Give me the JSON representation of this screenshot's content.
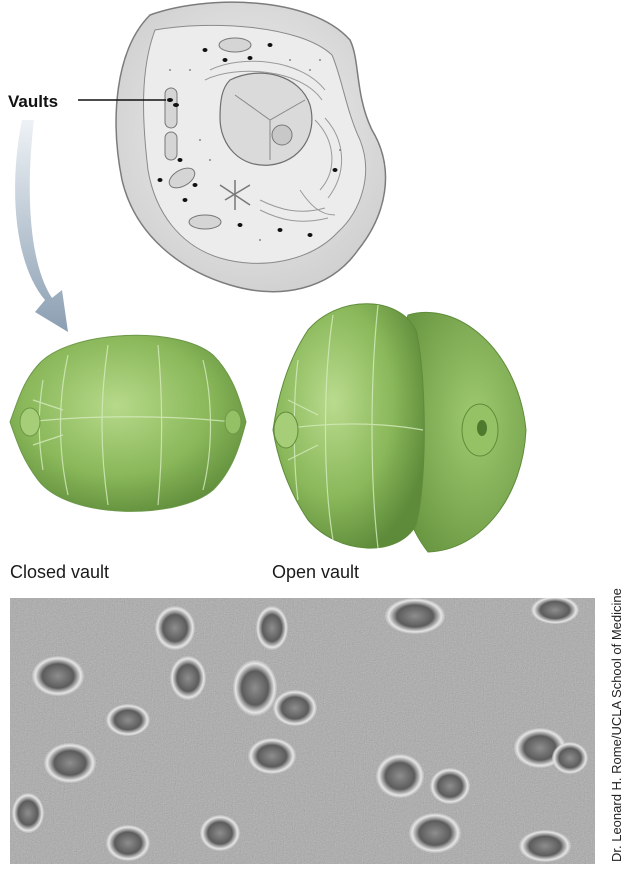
{
  "labels": {
    "vaults": "Vaults",
    "closed_vault": "Closed vault",
    "open_vault": "Open vault"
  },
  "credit": "Dr. Leonard H. Rome/UCLA School of Medicine",
  "colors": {
    "vault_green": "#8ab85a",
    "cell_gray": "#d9d9d9",
    "arrow_blue": "#8fa3b5",
    "micrograph_gray": "#a9a9a9"
  }
}
